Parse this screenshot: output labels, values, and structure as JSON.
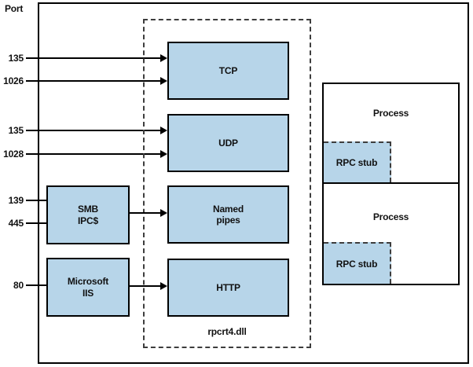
{
  "colors": {
    "box_fill": "#b7d5e9",
    "solid_border": "#000000",
    "dashed_border": "#3d3d3d",
    "background": "#ffffff"
  },
  "port_column": {
    "title": "Port",
    "ports": [
      {
        "label": "135",
        "target": "TCP"
      },
      {
        "label": "1026",
        "target": "TCP"
      },
      {
        "label": "135",
        "target": "UDP"
      },
      {
        "label": "1028",
        "target": "UDP"
      },
      {
        "label": "139",
        "target": "SMB IPC$"
      },
      {
        "label": "445",
        "target": "SMB IPC$"
      },
      {
        "label": "80",
        "target": "Microsoft IIS"
      }
    ]
  },
  "rpc_runtime": {
    "label": "rpcrt4.dll",
    "protocols": [
      {
        "label": "TCP"
      },
      {
        "label": "UDP"
      },
      {
        "label": "Named\npipes"
      },
      {
        "label": "HTTP"
      }
    ]
  },
  "services": [
    {
      "label": "SMB\nIPC$"
    },
    {
      "label": "Microsoft\nIIS"
    }
  ],
  "processes": [
    {
      "label": "Process",
      "stub_label": "RPC stub"
    },
    {
      "label": "Process",
      "stub_label": "RPC stub"
    }
  ],
  "connections": [
    {
      "from": "port 135",
      "to": "TCP",
      "arrow": true
    },
    {
      "from": "port 1026",
      "to": "TCP",
      "arrow": true
    },
    {
      "from": "port 135",
      "to": "UDP",
      "arrow": true
    },
    {
      "from": "port 1028",
      "to": "UDP",
      "arrow": true
    },
    {
      "from": "port 139",
      "to": "SMB IPC$",
      "arrow": false
    },
    {
      "from": "port 445",
      "to": "SMB IPC$",
      "arrow": false
    },
    {
      "from": "port 80",
      "to": "Microsoft IIS",
      "arrow": false
    },
    {
      "from": "SMB IPC$",
      "to": "Named pipes",
      "arrow": true
    },
    {
      "from": "Microsoft IIS",
      "to": "HTTP",
      "arrow": true
    }
  ]
}
